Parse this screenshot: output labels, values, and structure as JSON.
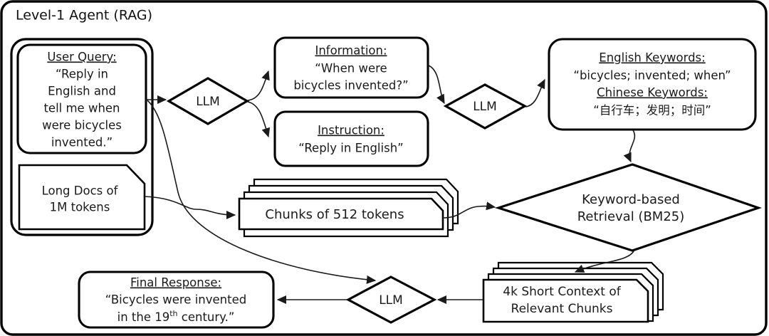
{
  "figure": {
    "title": "Level-1 Agent (RAG)",
    "type": "flowchart-diagram"
  },
  "nodes": {
    "user_query": {
      "heading": "User Query:",
      "lines": [
        "“Reply in",
        "English and",
        "tell me when",
        "were bicycles",
        "invented.”"
      ]
    },
    "long_docs": {
      "lines": [
        "Long Docs of",
        "1M tokens"
      ]
    },
    "llm_1": {
      "label": "LLM"
    },
    "llm_2": {
      "label": "LLM"
    },
    "llm_3": {
      "label": "LLM"
    },
    "information": {
      "heading": "Information:",
      "lines": [
        "“When were",
        "bicycles invented?”"
      ]
    },
    "instruction": {
      "heading": "Instruction:",
      "lines": [
        "“Reply in English”"
      ]
    },
    "keywords": {
      "heading_en": "English Keywords:",
      "value_en": "“bicycles; invented; when”",
      "heading_zh": "Chinese Keywords:",
      "value_zh": "“自行车；发明；时间”"
    },
    "chunks": {
      "label": "Chunks of 512 tokens"
    },
    "retrieval": {
      "lines": [
        "Keyword-based",
        "Retrieval (BM25)"
      ]
    },
    "short_context": {
      "lines": [
        "4k Short Context of",
        "Relevant Chunks"
      ]
    },
    "final_response": {
      "heading": "Final Response:",
      "line1": "“Bicycles were invented",
      "line2_pre": "in the 19",
      "line2_sup": "th",
      "line2_post": " century.”"
    }
  },
  "colors": {
    "stroke": "#000000",
    "text": "#1a1a1a",
    "background": "#ffffff",
    "edge": "#1a1a1a"
  }
}
